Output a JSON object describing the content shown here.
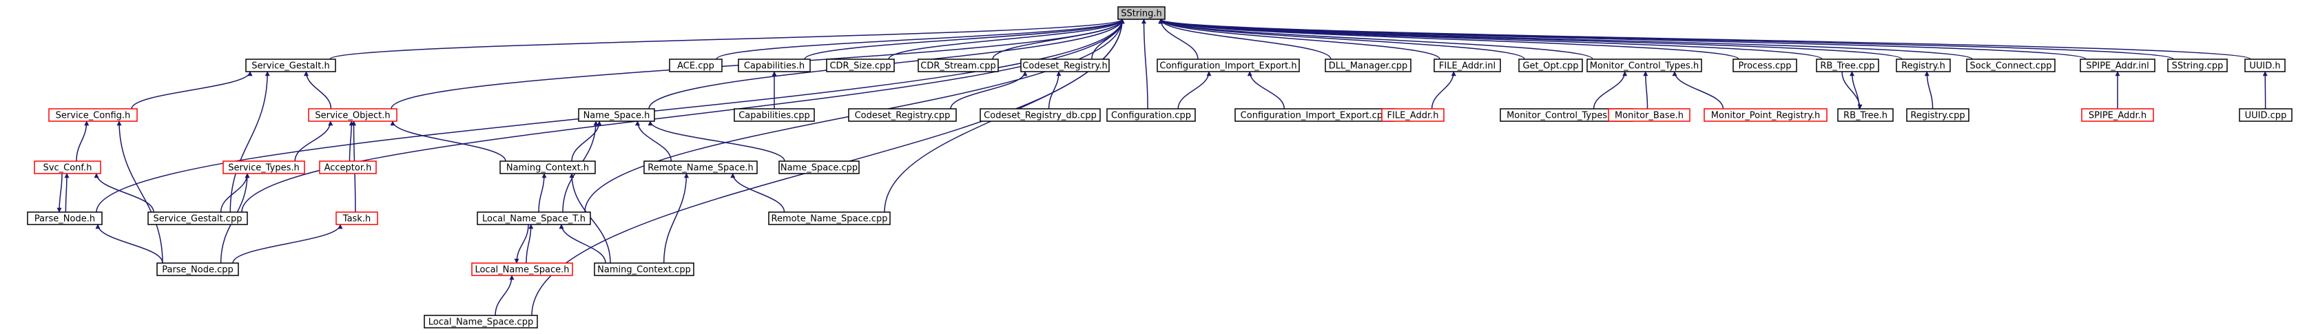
{
  "diagram": {
    "colors": {
      "edge": "#191970",
      "node_border": "#000000",
      "node_border_missing": "#ff0000",
      "root_fill": "#bfbfbf"
    },
    "nodes": [
      {
        "id": "sstring_h",
        "label": "SString.h",
        "style": "root"
      },
      {
        "id": "service_gestalt_h",
        "label": "Service_Gestalt.h",
        "style": "normal"
      },
      {
        "id": "ace_cpp",
        "label": "ACE.cpp",
        "style": "normal"
      },
      {
        "id": "capabilities_h",
        "label": "Capabilities.h",
        "style": "normal"
      },
      {
        "id": "cdr_size_cpp",
        "label": "CDR_Size.cpp",
        "style": "normal"
      },
      {
        "id": "cdr_stream_cpp",
        "label": "CDR_Stream.cpp",
        "style": "normal"
      },
      {
        "id": "codeset_registry_h",
        "label": "Codeset_Registry.h",
        "style": "normal"
      },
      {
        "id": "configuration_import_export_h",
        "label": "Configuration_Import_Export.h",
        "style": "normal"
      },
      {
        "id": "dll_manager_cpp",
        "label": "DLL_Manager.cpp",
        "style": "normal"
      },
      {
        "id": "file_addr_inl",
        "label": "FILE_Addr.inl",
        "style": "normal"
      },
      {
        "id": "get_opt_cpp",
        "label": "Get_Opt.cpp",
        "style": "normal"
      },
      {
        "id": "monitor_control_types_h",
        "label": "Monitor_Control_Types.h",
        "style": "normal"
      },
      {
        "id": "process_cpp",
        "label": "Process.cpp",
        "style": "normal"
      },
      {
        "id": "rb_tree_cpp",
        "label": "RB_Tree.cpp",
        "style": "normal"
      },
      {
        "id": "registry_h",
        "label": "Registry.h",
        "style": "normal"
      },
      {
        "id": "sock_connect_cpp",
        "label": "Sock_Connect.cpp",
        "style": "normal"
      },
      {
        "id": "spipe_addr_inl",
        "label": "SPIPE_Addr.inl",
        "style": "normal"
      },
      {
        "id": "sstring_cpp",
        "label": "SString.cpp",
        "style": "normal"
      },
      {
        "id": "uuid_h",
        "label": "UUID.h",
        "style": "normal"
      },
      {
        "id": "service_config_h",
        "label": "Service_Config.h",
        "style": "missing"
      },
      {
        "id": "service_object_h",
        "label": "Service_Object.h",
        "style": "missing"
      },
      {
        "id": "name_space_h",
        "label": "Name_Space.h",
        "style": "normal"
      },
      {
        "id": "capabilities_cpp",
        "label": "Capabilities.cpp",
        "style": "normal"
      },
      {
        "id": "codeset_registry_cpp",
        "label": "Codeset_Registry.cpp",
        "style": "normal"
      },
      {
        "id": "codeset_registry_db_cpp",
        "label": "Codeset_Registry_db.cpp",
        "style": "normal"
      },
      {
        "id": "configuration_cpp",
        "label": "Configuration.cpp",
        "style": "normal"
      },
      {
        "id": "configuration_import_export_cpp",
        "label": "Configuration_Import_Export.cpp",
        "style": "normal"
      },
      {
        "id": "file_addr_h",
        "label": "FILE_Addr.h",
        "style": "missing"
      },
      {
        "id": "monitor_control_types_cpp",
        "label": "Monitor_Control_Types.cpp",
        "style": "normal"
      },
      {
        "id": "monitor_base_h",
        "label": "Monitor_Base.h",
        "style": "missing"
      },
      {
        "id": "monitor_point_registry_h",
        "label": "Monitor_Point_Registry.h",
        "style": "missing"
      },
      {
        "id": "rb_tree_h",
        "label": "RB_Tree.h",
        "style": "normal"
      },
      {
        "id": "registry_cpp",
        "label": "Registry.cpp",
        "style": "normal"
      },
      {
        "id": "spipe_addr_h",
        "label": "SPIPE_Addr.h",
        "style": "missing"
      },
      {
        "id": "uuid_cpp",
        "label": "UUID.cpp",
        "style": "normal"
      },
      {
        "id": "svc_conf_h",
        "label": "Svc_Conf.h",
        "style": "missing"
      },
      {
        "id": "service_types_h",
        "label": "Service_Types.h",
        "style": "missing"
      },
      {
        "id": "acceptor_h",
        "label": "Acceptor.h",
        "style": "missing"
      },
      {
        "id": "naming_context_h",
        "label": "Naming_Context.h",
        "style": "normal"
      },
      {
        "id": "remote_name_space_h",
        "label": "Remote_Name_Space.h",
        "style": "normal"
      },
      {
        "id": "name_space_cpp",
        "label": "Name_Space.cpp",
        "style": "normal"
      },
      {
        "id": "parse_node_h",
        "label": "Parse_Node.h",
        "style": "normal"
      },
      {
        "id": "service_gestalt_cpp",
        "label": "Service_Gestalt.cpp",
        "style": "normal"
      },
      {
        "id": "task_h",
        "label": "Task.h",
        "style": "missing"
      },
      {
        "id": "local_name_space_t_h",
        "label": "Local_Name_Space_T.h",
        "style": "normal"
      },
      {
        "id": "remote_name_space_cpp",
        "label": "Remote_Name_Space.cpp",
        "style": "normal"
      },
      {
        "id": "parse_node_cpp",
        "label": "Parse_Node.cpp",
        "style": "normal"
      },
      {
        "id": "local_name_space_h",
        "label": "Local_Name_Space.h",
        "style": "missing"
      },
      {
        "id": "naming_context_cpp",
        "label": "Naming_Context.cpp",
        "style": "normal"
      },
      {
        "id": "local_name_space_cpp",
        "label": "Local_Name_Space.cpp",
        "style": "normal"
      }
    ],
    "edges": [
      {
        "from": "service_gestalt_h",
        "to": "sstring_h"
      },
      {
        "from": "ace_cpp",
        "to": "sstring_h"
      },
      {
        "from": "capabilities_h",
        "to": "sstring_h"
      },
      {
        "from": "cdr_size_cpp",
        "to": "sstring_h"
      },
      {
        "from": "cdr_stream_cpp",
        "to": "sstring_h"
      },
      {
        "from": "codeset_registry_h",
        "to": "sstring_h"
      },
      {
        "from": "configuration_import_export_h",
        "to": "sstring_h"
      },
      {
        "from": "dll_manager_cpp",
        "to": "sstring_h"
      },
      {
        "from": "file_addr_inl",
        "to": "sstring_h"
      },
      {
        "from": "get_opt_cpp",
        "to": "sstring_h"
      },
      {
        "from": "monitor_control_types_h",
        "to": "sstring_h"
      },
      {
        "from": "process_cpp",
        "to": "sstring_h"
      },
      {
        "from": "rb_tree_cpp",
        "to": "sstring_h"
      },
      {
        "from": "registry_h",
        "to": "sstring_h"
      },
      {
        "from": "sock_connect_cpp",
        "to": "sstring_h"
      },
      {
        "from": "spipe_addr_inl",
        "to": "sstring_h"
      },
      {
        "from": "sstring_cpp",
        "to": "sstring_h"
      },
      {
        "from": "uuid_h",
        "to": "sstring_h"
      },
      {
        "from": "service_object_h",
        "to": "sstring_h"
      },
      {
        "from": "name_space_h",
        "to": "sstring_h"
      },
      {
        "from": "configuration_cpp",
        "to": "sstring_h"
      },
      {
        "from": "parse_node_h",
        "to": "sstring_h"
      },
      {
        "from": "service_gestalt_cpp",
        "to": "sstring_h"
      },
      {
        "from": "local_name_space_t_h",
        "to": "sstring_h"
      },
      {
        "from": "remote_name_space_cpp",
        "to": "sstring_h"
      },
      {
        "from": "local_name_space_cpp",
        "to": "sstring_h"
      },
      {
        "from": "service_config_h",
        "to": "service_gestalt_h"
      },
      {
        "from": "service_object_h",
        "to": "service_gestalt_h"
      },
      {
        "from": "service_gestalt_cpp",
        "to": "service_gestalt_h"
      },
      {
        "from": "capabilities_cpp",
        "to": "capabilities_h"
      },
      {
        "from": "codeset_registry_cpp",
        "to": "codeset_registry_h"
      },
      {
        "from": "codeset_registry_db_cpp",
        "to": "codeset_registry_h"
      },
      {
        "from": "configuration_cpp",
        "to": "configuration_import_export_h"
      },
      {
        "from": "configuration_import_export_cpp",
        "to": "configuration_import_export_h"
      },
      {
        "from": "file_addr_h",
        "to": "file_addr_inl"
      },
      {
        "from": "monitor_control_types_cpp",
        "to": "monitor_control_types_h"
      },
      {
        "from": "monitor_base_h",
        "to": "monitor_control_types_h"
      },
      {
        "from": "monitor_point_registry_h",
        "to": "monitor_control_types_h"
      },
      {
        "from": "rb_tree_h",
        "to": "rb_tree_cpp"
      },
      {
        "from": "rb_tree_cpp",
        "to": "rb_tree_h"
      },
      {
        "from": "registry_cpp",
        "to": "registry_h"
      },
      {
        "from": "spipe_addr_h",
        "to": "spipe_addr_inl"
      },
      {
        "from": "uuid_cpp",
        "to": "uuid_h"
      },
      {
        "from": "svc_conf_h",
        "to": "service_config_h"
      },
      {
        "from": "parse_node_cpp",
        "to": "service_config_h"
      },
      {
        "from": "service_types_h",
        "to": "service_object_h"
      },
      {
        "from": "acceptor_h",
        "to": "service_object_h"
      },
      {
        "from": "task_h",
        "to": "service_object_h"
      },
      {
        "from": "naming_context_h",
        "to": "service_object_h"
      },
      {
        "from": "naming_context_h",
        "to": "name_space_h"
      },
      {
        "from": "remote_name_space_h",
        "to": "name_space_h"
      },
      {
        "from": "name_space_cpp",
        "to": "name_space_h"
      },
      {
        "from": "local_name_space_t_h",
        "to": "name_space_h"
      },
      {
        "from": "parse_node_h",
        "to": "svc_conf_h"
      },
      {
        "from": "svc_conf_h",
        "to": "parse_node_h"
      },
      {
        "from": "service_gestalt_cpp",
        "to": "svc_conf_h"
      },
      {
        "from": "service_gestalt_cpp",
        "to": "service_types_h"
      },
      {
        "from": "parse_node_cpp",
        "to": "service_types_h"
      },
      {
        "from": "local_name_space_t_h",
        "to": "naming_context_h"
      },
      {
        "from": "naming_context_cpp",
        "to": "naming_context_h"
      },
      {
        "from": "remote_name_space_cpp",
        "to": "remote_name_space_h"
      },
      {
        "from": "naming_context_cpp",
        "to": "remote_name_space_h"
      },
      {
        "from": "parse_node_cpp",
        "to": "parse_node_h"
      },
      {
        "from": "parse_node_cpp",
        "to": "task_h"
      },
      {
        "from": "local_name_space_h",
        "to": "local_name_space_t_h"
      },
      {
        "from": "local_name_space_t_h",
        "to": "local_name_space_h"
      },
      {
        "from": "naming_context_cpp",
        "to": "local_name_space_t_h"
      },
      {
        "from": "local_name_space_cpp",
        "to": "local_name_space_h"
      }
    ]
  }
}
